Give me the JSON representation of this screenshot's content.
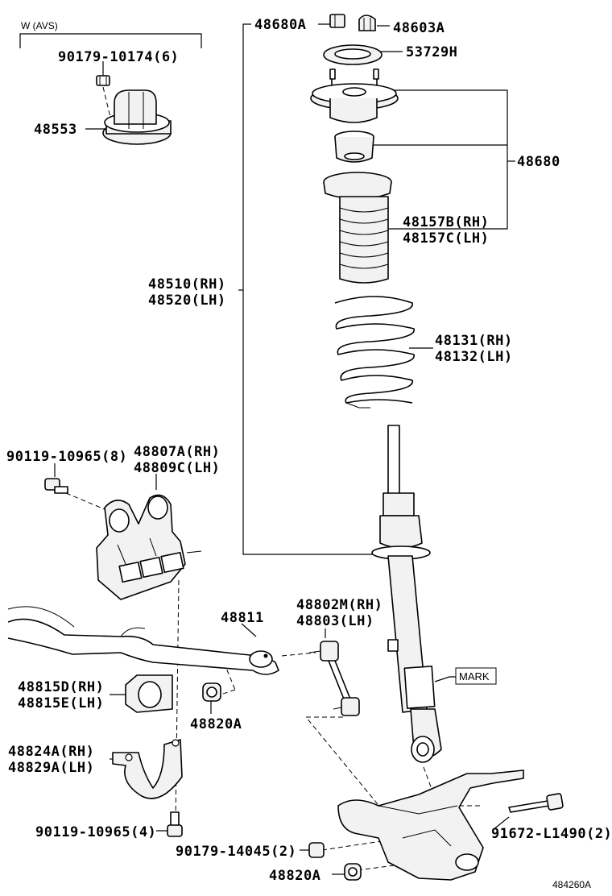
{
  "diagram": {
    "labels": {
      "w_avs": "W (AVS)",
      "p90179_10174": "90179-10174(6)",
      "p48553": "48553",
      "p48680a": "48680A",
      "p48603a": "48603A",
      "p53729h": "53729H",
      "p48680": "48680",
      "p48157b": "48157B(RH)",
      "p48157c": "48157C(LH)",
      "p48510": "48510(RH)",
      "p48520": "48520(LH)",
      "p48131": "48131(RH)",
      "p48132": "48132(LH)",
      "p90119_10965_8": "90119-10965(8)",
      "p48807a": "48807A(RH)",
      "p48809c": "48809C(LH)",
      "p48811": "48811",
      "p48802m": "48802M(RH)",
      "p48803": "48803(LH)",
      "mark": "MARK",
      "p48815d": "48815D(RH)",
      "p48815e": "48815E(LH)",
      "p48820a_1": "48820A",
      "p48824a": "48824A(RH)",
      "p48829a": "48829A(LH)",
      "p90119_10965_4": "90119-10965(4)",
      "p91672": "91672-L1490(2)",
      "p90179_14045": "90179-14045(2)",
      "p48820a_2": "48820A",
      "figure_id": "484260A"
    }
  }
}
